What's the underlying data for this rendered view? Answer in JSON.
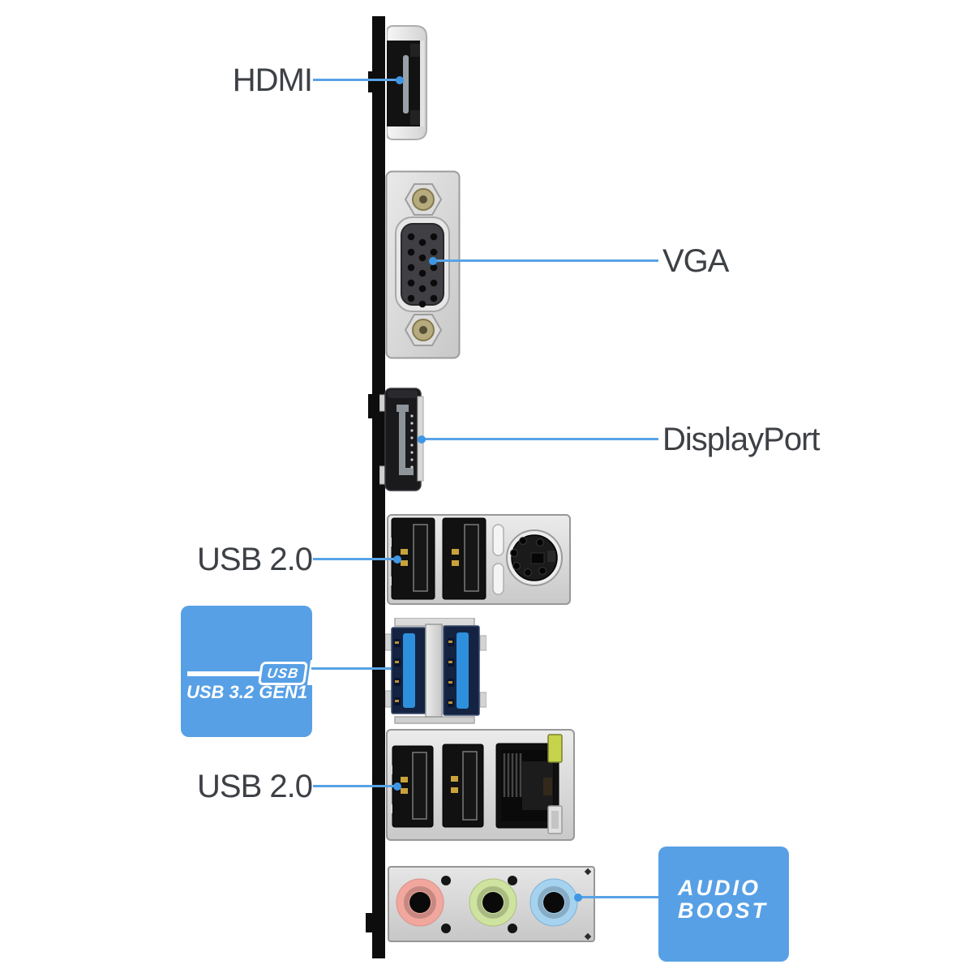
{
  "page": {
    "background": "#ffffff",
    "description_title": "Motherboard rear IO panel diagram"
  },
  "colors": {
    "label-text": "#3d4045",
    "leader-line": "#58a3e6",
    "leader-dot": "#3f96e4",
    "badge-bg": "#57a0e5",
    "badge-text": "#ffffff",
    "usb3-tongue": "#2e8fdd",
    "usb3-interior": "#142341",
    "audio-mic": "#f2a79e",
    "audio-lineout": "#cfe3a0",
    "audio-linein": "#a5d2ee",
    "lan-led-green": "#c6d34b",
    "lan-led-silver": "#e0e0e0"
  },
  "annotations": {
    "hdmi": "HDMI",
    "vga": "VGA",
    "displayport": "DisplayPort",
    "usb2_top": "USB 2.0",
    "usb2_bottom": "USB 2.0"
  },
  "badges": {
    "usb32": {
      "logo": "USB",
      "caption": "USB 3.2 GEN1"
    },
    "audio_boost": {
      "line1": "AUDIO",
      "line2": "BOOST"
    }
  },
  "ports": [
    {
      "name": "hdmi-port-icon"
    },
    {
      "name": "vga-port-icon"
    },
    {
      "name": "displayport-port-icon"
    },
    {
      "name": "usb2-ps2-cluster-icon"
    },
    {
      "name": "usb3-ports-icon"
    },
    {
      "name": "usb2-lan-cluster-icon"
    },
    {
      "name": "audio-jacks-icon"
    }
  ]
}
